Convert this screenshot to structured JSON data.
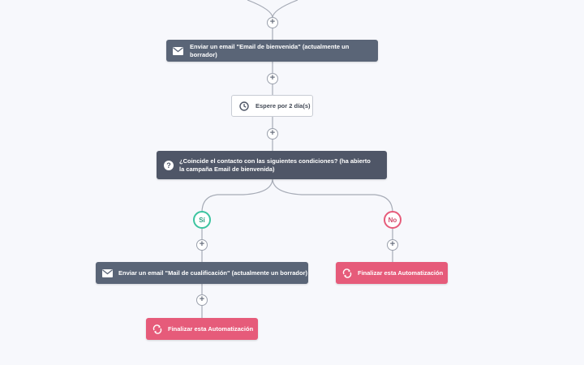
{
  "flow": {
    "send_email_1": "Enviar un email \"Email de bienvenida\" (actualmente un borrador)",
    "wait": "Espere por 2 día(s)",
    "condition": "¿Coincide el contacto con las siguientes condiciones? (ha abierto la campaña Email de bienvenida)",
    "yes_label": "Sí",
    "no_label": "No",
    "send_email_2": "Enviar un email \"Mail de cualificación\" (actualmente un borrador)",
    "end_yes": "Finalizar esta Automatización",
    "end_no": "Finalizar esta Automatización",
    "add_symbol": "+"
  },
  "icons": {
    "email": "envelope-icon",
    "wait": "clock-icon",
    "condition": "question-icon",
    "end": "loop-arrows-icon"
  },
  "colors": {
    "action_node": "#5a6577",
    "condition_node": "#4f5667",
    "end_node": "#e65b7a",
    "yes_branch": "#3cc4a0",
    "no_branch": "#e65b7a",
    "connector": "#a6abb6",
    "background": "#f7f8fc"
  }
}
